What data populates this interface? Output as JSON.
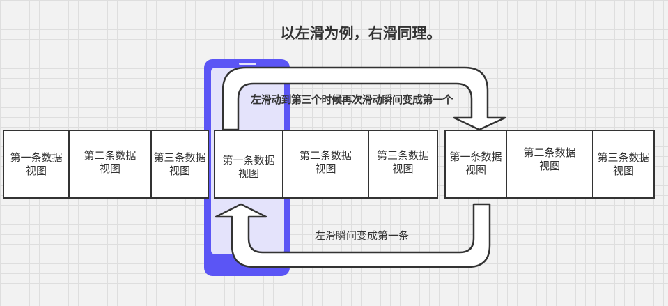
{
  "title": "以左滑为例，右滑同理。",
  "top_arrow_label": "左滑动到第三个时候再次滑动瞬间变成第一个",
  "bottom_arrow_label": "左滑瞬间变成第一条",
  "groups": [
    {
      "items": [
        "第一条数据\n视图",
        "第二条数据\n视图",
        "第三条数据\n视图"
      ]
    },
    {
      "items": [
        "第一条数据\n视图",
        "第二条数据\n视图",
        "第三条数据\n视图"
      ]
    },
    {
      "items": [
        "第一条数据\n视图",
        "第二条数据\n视图",
        "第三条数据\n视图"
      ]
    }
  ],
  "colors": {
    "phone": "#5b55f5",
    "phone_screen": "#e4e3fb",
    "stroke": "#333333"
  }
}
